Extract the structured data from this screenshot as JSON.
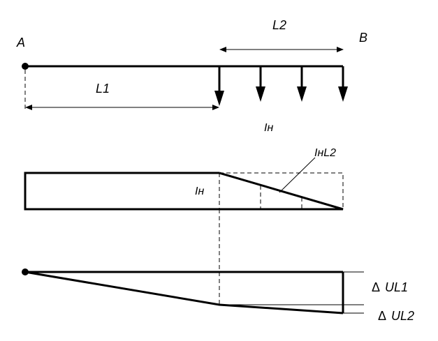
{
  "labels": {
    "point_a": "A",
    "point_b": "B",
    "segment_l1": "L1",
    "segment_l2": "L2",
    "load_current": "Iн",
    "current_block": "Iн",
    "triangle_area": "IнL2",
    "delta_prefix_1": "Δ",
    "voltage_drop_1": "UL1",
    "delta_prefix_2": "Δ",
    "voltage_drop_2": "UL2"
  },
  "load_arrows": [
    {
      "name": "load-arrow-1"
    },
    {
      "name": "load-arrow-2"
    },
    {
      "name": "load-arrow-3"
    },
    {
      "name": "load-arrow-4"
    }
  ],
  "colors": {
    "line": "#000000",
    "background": "#ffffff"
  }
}
